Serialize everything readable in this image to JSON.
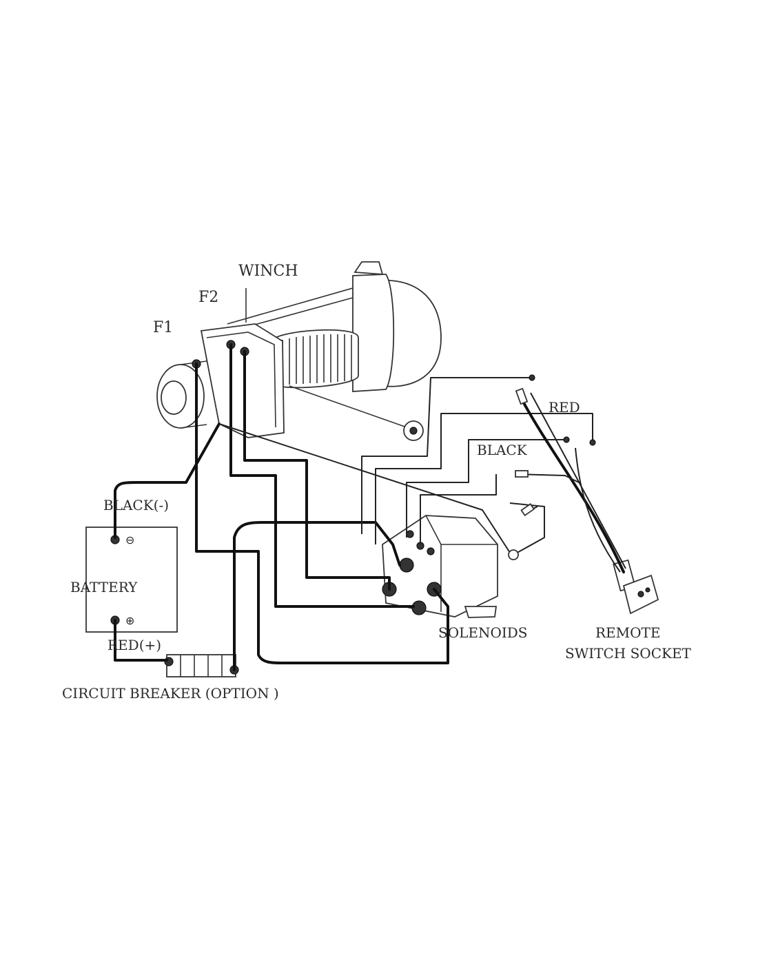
{
  "labels": {
    "winch": "WINCH",
    "f1": "F1",
    "f2": "F2",
    "red_top": "RED",
    "black_top": "BLACK",
    "black_neg": "BLACK(-)",
    "battery": "BATTERY",
    "red_pos": "RED(+)",
    "circuit_breaker": "CIRCUIT BREAKER (OPTION )",
    "solenoids": "SOLENOIDS",
    "remote_line1": "REMOTE",
    "remote_line2": "SWITCH SOCKET"
  },
  "symbols": {
    "minus": "⊖",
    "plus": "⊕"
  },
  "colors": {
    "ink": "#111111",
    "background": "#ffffff"
  }
}
